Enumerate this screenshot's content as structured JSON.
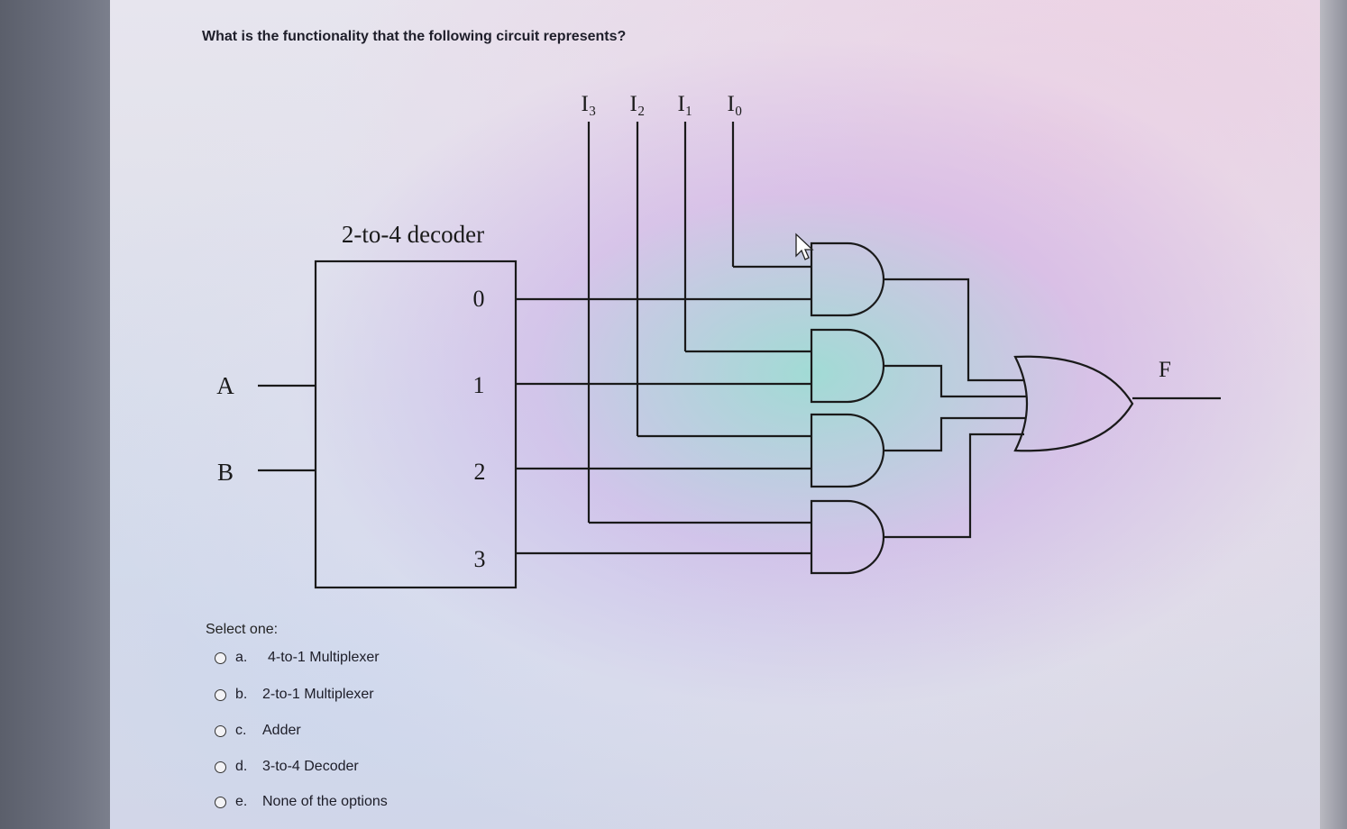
{
  "question": "What is the functionality that the following circuit represents?",
  "circuit": {
    "decoder_title": "2-to-4 decoder",
    "input_a": "A",
    "input_b": "B",
    "outputs": [
      "0",
      "1",
      "2",
      "3"
    ],
    "data_inputs": [
      "I₃",
      "I₂",
      "I₁",
      "I₀"
    ],
    "output_label": "F"
  },
  "select_one": "Select one:",
  "options": [
    {
      "letter": "a.",
      "label": "4-to-1 Multiplexer"
    },
    {
      "letter": "b.",
      "label": "2-to-1  Multiplexer"
    },
    {
      "letter": "c.",
      "label": "Adder"
    },
    {
      "letter": "d.",
      "label": "3-to-4 Decoder"
    },
    {
      "letter": "e.",
      "label": "None of the options"
    }
  ]
}
